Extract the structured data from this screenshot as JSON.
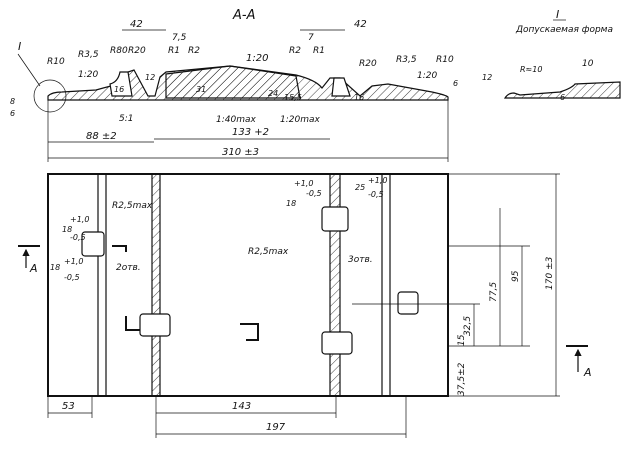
{
  "section": {
    "title": "А-А",
    "detail_mark": "I",
    "detail_caption": "Допускаемая форма",
    "scale": "5:1"
  },
  "dims": {
    "d42_left": "42",
    "d42_right": "42",
    "d7_5": "7,5",
    "d7": "7",
    "r10_left": "R10",
    "r3_5_left": "R3,5",
    "r80": "R80",
    "r20_left": "R20",
    "r1_left": "R1",
    "r2_left": "R2",
    "r2_right": "R2",
    "r1_right": "R1",
    "r20_right": "R20",
    "r3_5_right": "R3,5",
    "r10_right": "R10",
    "slope_1_20_left": "1:20",
    "slope_1_20_top": "1:20",
    "slope_1_20_right": "1:20",
    "d12_left": "12",
    "d16_left": "16",
    "d31": "31",
    "d24": "24",
    "d15_5": "15,5",
    "d16_right": "16",
    "d6_right": "6",
    "d12_right": "12",
    "d8": "8",
    "d6_left": "6",
    "max_1_40": "1:40max",
    "max_1_20": "1:20max",
    "d88": "88 ±2",
    "d133": "133 +2",
    "d310": "310 ±3",
    "det_r10": "R≈10",
    "det_10": "10",
    "det_6": "6",
    "r25max_left": "R2,5max",
    "r25max_center": "R2,5max",
    "h18_top_a": "18",
    "h18_top_b": "+1,0",
    "h18_top_c": "-0,5",
    "h18_left_a": "18",
    "h18_left_b": "+1,0",
    "h18_left_c": "-0,5",
    "h18_low_a": "18",
    "h18_low_b": "+1,0",
    "h18_low_c": "-0,5",
    "h25_a": "25",
    "h25_b": "+1,0",
    "h25_c": "-0,5",
    "holes_left": "2отв.",
    "holes_center": "3отв.",
    "v95": "95",
    "v77_5": "77,5",
    "v32_5": "32,5",
    "v15": "15",
    "v37_5": "37,5±2",
    "v170": "170 ±3",
    "b53": "53",
    "b143": "143",
    "b197": "197",
    "cut_a_left": "А",
    "cut_a_right": "А"
  }
}
